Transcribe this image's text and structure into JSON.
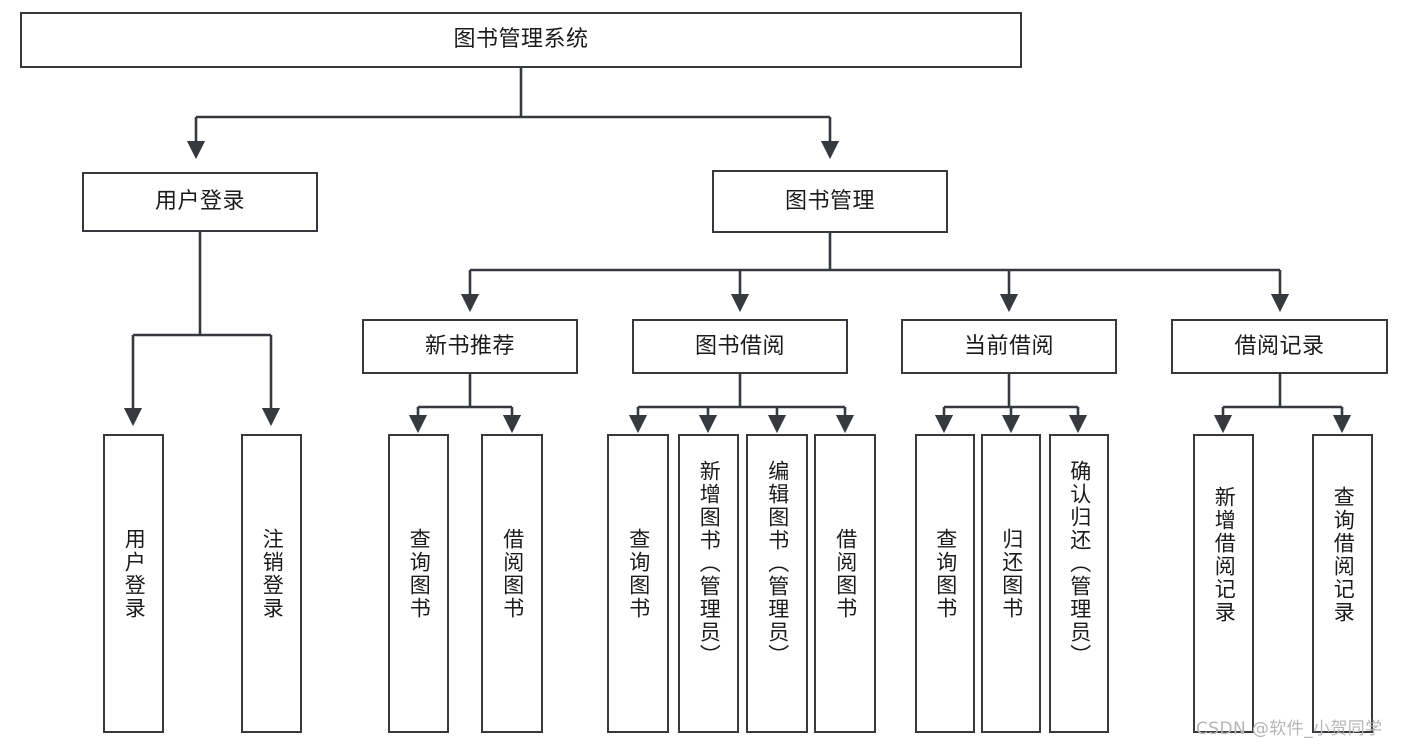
{
  "diagram": {
    "type": "tree",
    "title": "图书管理系统",
    "root": {
      "id": "root",
      "label": "图书管理系统"
    },
    "level2": [
      {
        "id": "user-login",
        "label": "用户登录"
      },
      {
        "id": "book-manage",
        "label": "图书管理"
      }
    ],
    "level3": [
      {
        "id": "new-book-rec",
        "label": "新书推荐",
        "parent": "book-manage"
      },
      {
        "id": "book-borrow",
        "label": "图书借阅",
        "parent": "book-manage"
      },
      {
        "id": "current-borrow",
        "label": "当前借阅",
        "parent": "book-manage"
      },
      {
        "id": "borrow-record",
        "label": "借阅记录",
        "parent": "book-manage"
      }
    ],
    "leaves": [
      {
        "id": "leaf-user-login",
        "label": "用户登录",
        "parent": "user-login"
      },
      {
        "id": "leaf-logout-login",
        "label": "注销登录",
        "parent": "user-login"
      },
      {
        "id": "leaf-query-book-1",
        "label": "查询图书",
        "parent": "new-book-rec"
      },
      {
        "id": "leaf-borrow-book-1",
        "label": "借阅图书",
        "parent": "new-book-rec"
      },
      {
        "id": "leaf-query-book-2",
        "label": "查询图书",
        "parent": "book-borrow"
      },
      {
        "id": "leaf-add-book",
        "label": "新增图书（管理员）",
        "parent": "book-borrow"
      },
      {
        "id": "leaf-edit-book",
        "label": "编辑图书（管理员）",
        "parent": "book-borrow"
      },
      {
        "id": "leaf-borrow-book-2",
        "label": "借阅图书",
        "parent": "book-borrow"
      },
      {
        "id": "leaf-query-book-3",
        "label": "查询图书",
        "parent": "current-borrow"
      },
      {
        "id": "leaf-return-book",
        "label": "归还图书",
        "parent": "current-borrow"
      },
      {
        "id": "leaf-confirm-return",
        "label": "确认归还（管理员）",
        "parent": "current-borrow"
      },
      {
        "id": "leaf-add-record",
        "label": "新增借阅记录",
        "parent": "borrow-record"
      },
      {
        "id": "leaf-query-record",
        "label": "查询借阅记录",
        "parent": "borrow-record"
      }
    ]
  },
  "watermark": {
    "text": "CSDN @软件_小贺同学"
  },
  "colors": {
    "border": "#36393d",
    "background": "#ffffff",
    "text": "#1b1b1b",
    "watermark": "#b6b6b6"
  }
}
